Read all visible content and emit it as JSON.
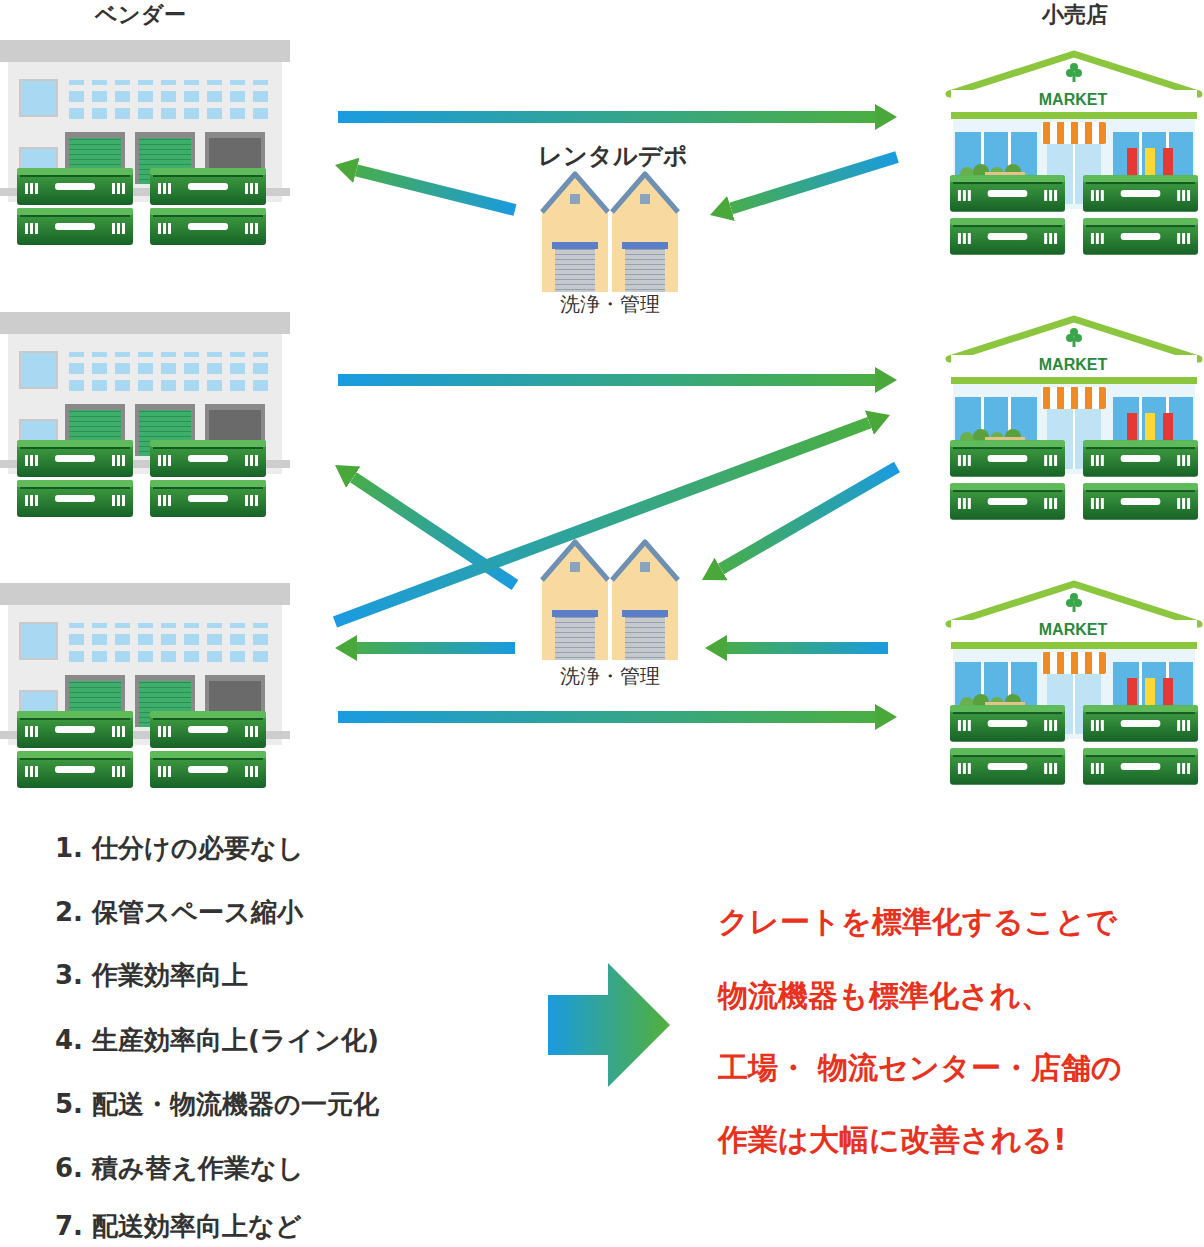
{
  "diagram": {
    "nodes": [
      {
        "text": [
          "ベンダー"
        ]
      },
      {
        "text": [
          "レンタルデポ",
          "洗浄・管理"
        ]
      },
      {
        "text": [
          "小売店",
          "MARKET"
        ]
      },
      {
        "text": []
      },
      {
        "text": [
          "MARKET"
        ]
      },
      {
        "text": [
          "洗浄・管理"
        ]
      },
      {
        "text": []
      },
      {
        "text": [
          "MARKET"
        ]
      }
    ],
    "edges": [
      {
        "from": 0,
        "to": 2,
        "arrow": "to"
      },
      {
        "from": 2,
        "to": 1,
        "arrow": "to"
      },
      {
        "from": 1,
        "to": 0,
        "arrow": "to"
      },
      {
        "from": 3,
        "to": 4,
        "arrow": "to"
      },
      {
        "from": 4,
        "to": 5,
        "arrow": "to"
      },
      {
        "from": 5,
        "to": 3,
        "arrow": "to"
      },
      {
        "from": 6,
        "to": 4,
        "arrow": "to"
      },
      {
        "from": 7,
        "to": 5,
        "arrow": "to"
      },
      {
        "from": 5,
        "to": 6,
        "arrow": "to"
      },
      {
        "from": 6,
        "to": 7,
        "arrow": "to"
      }
    ],
    "labels": [
      "1. 仕分けの必要なし",
      "2. 保管スペース縮小",
      "3. 作業効率向上",
      "4. 生産効率向上(ライン化)",
      "5. 配送・物流機器の一元化",
      "6. 積み替え作業なし",
      "7. 配送効率向上など",
      "クレートを標準化することで",
      "物流機器も標準化され、",
      "工場・ 物流センター・店舗の",
      "作業は大幅に改善される!"
    ]
  }
}
